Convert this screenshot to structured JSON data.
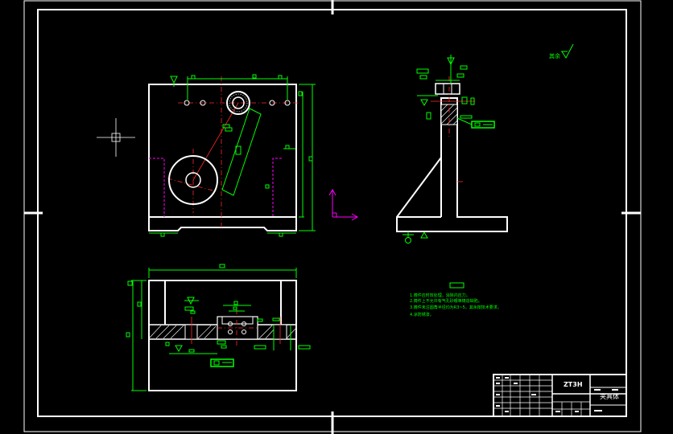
{
  "drawing": {
    "title_block": {
      "part_code": "ZT3H",
      "part_name": "夹具体"
    },
    "roughness_note": "其余",
    "tech_requirements": [
      "1.铸件应时效处理，消除内应力。",
      "2.铸件上不允许有气孔砂眼等铸造缺陷。",
      "3.铸件未注圆角半径均为R3~5，其余按技术要求。",
      "4.涂防锈漆。"
    ]
  },
  "colors": {
    "border": "#ffffff",
    "dimension": "#00ff00",
    "centerline": "#ff2a2a",
    "ucs": "#ff00ff",
    "background": "#000000"
  }
}
